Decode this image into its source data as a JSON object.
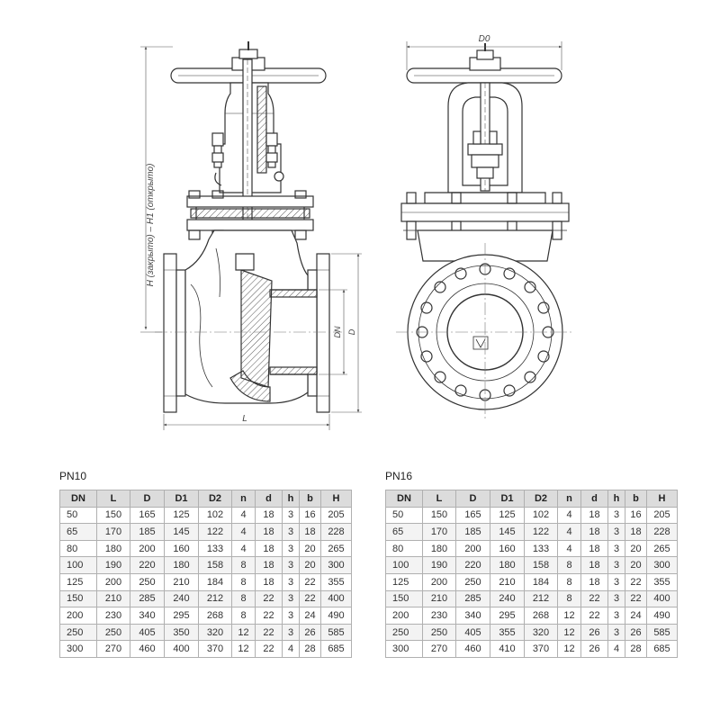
{
  "drawing": {
    "label_H": "H (закрыто) – H1 (открыто)",
    "label_L": "L",
    "label_DN": "DN",
    "label_D": "D",
    "label_D0": "D0"
  },
  "tables": [
    {
      "title": "PN10",
      "columns": [
        "DN",
        "L",
        "D",
        "D1",
        "D2",
        "n",
        "d",
        "h",
        "b",
        "H"
      ],
      "rows": [
        [
          "50",
          "150",
          "165",
          "125",
          "102",
          "4",
          "18",
          "3",
          "16",
          "205"
        ],
        [
          "65",
          "170",
          "185",
          "145",
          "122",
          "4",
          "18",
          "3",
          "18",
          "228"
        ],
        [
          "80",
          "180",
          "200",
          "160",
          "133",
          "4",
          "18",
          "3",
          "20",
          "265"
        ],
        [
          "100",
          "190",
          "220",
          "180",
          "158",
          "8",
          "18",
          "3",
          "20",
          "300"
        ],
        [
          "125",
          "200",
          "250",
          "210",
          "184",
          "8",
          "18",
          "3",
          "22",
          "355"
        ],
        [
          "150",
          "210",
          "285",
          "240",
          "212",
          "8",
          "22",
          "3",
          "22",
          "400"
        ],
        [
          "200",
          "230",
          "340",
          "295",
          "268",
          "8",
          "22",
          "3",
          "24",
          "490"
        ],
        [
          "250",
          "250",
          "405",
          "350",
          "320",
          "12",
          "22",
          "3",
          "26",
          "585"
        ],
        [
          "300",
          "270",
          "460",
          "400",
          "370",
          "12",
          "22",
          "4",
          "28",
          "685"
        ]
      ]
    },
    {
      "title": "PN16",
      "columns": [
        "DN",
        "L",
        "D",
        "D1",
        "D2",
        "n",
        "d",
        "h",
        "b",
        "H"
      ],
      "rows": [
        [
          "50",
          "150",
          "165",
          "125",
          "102",
          "4",
          "18",
          "3",
          "16",
          "205"
        ],
        [
          "65",
          "170",
          "185",
          "145",
          "122",
          "4",
          "18",
          "3",
          "18",
          "228"
        ],
        [
          "80",
          "180",
          "200",
          "160",
          "133",
          "4",
          "18",
          "3",
          "20",
          "265"
        ],
        [
          "100",
          "190",
          "220",
          "180",
          "158",
          "8",
          "18",
          "3",
          "20",
          "300"
        ],
        [
          "125",
          "200",
          "250",
          "210",
          "184",
          "8",
          "18",
          "3",
          "22",
          "355"
        ],
        [
          "150",
          "210",
          "285",
          "240",
          "212",
          "8",
          "22",
          "3",
          "22",
          "400"
        ],
        [
          "200",
          "230",
          "340",
          "295",
          "268",
          "12",
          "22",
          "3",
          "24",
          "490"
        ],
        [
          "250",
          "250",
          "405",
          "355",
          "320",
          "12",
          "26",
          "3",
          "26",
          "585"
        ],
        [
          "300",
          "270",
          "460",
          "410",
          "370",
          "12",
          "26",
          "4",
          "28",
          "685"
        ]
      ]
    }
  ]
}
